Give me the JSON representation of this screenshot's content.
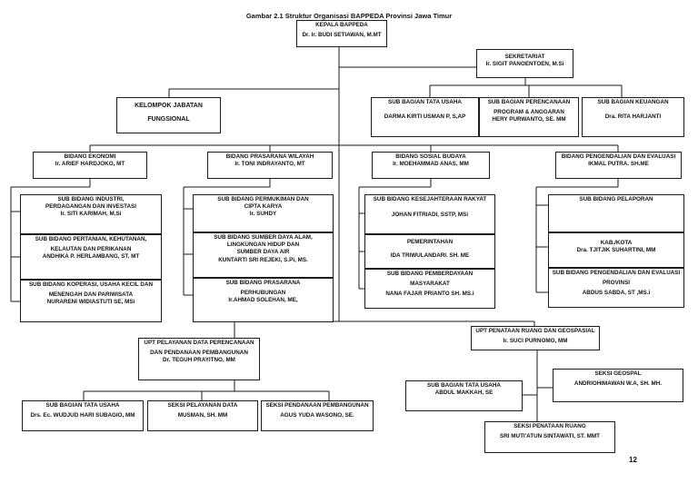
{
  "title": "Gambar 2.1 Struktur Organisasi BAPPEDA Provinsi Jawa Timur",
  "page_number": "12",
  "kepala": {
    "title": "KEPALA BAPPEDA",
    "name": "Dr. Ir. BUDI SETIAWAN, M.MT"
  },
  "sekretariat": {
    "title": "SEKRETARIAT",
    "name": "Ir. SIGIT PANOENTOEN, M.Si"
  },
  "kelompok": {
    "line1": "KELOMPOK JABATAN",
    "line2": "FUNGSIONAL"
  },
  "sub_bagian": [
    {
      "title": "SUB BAGIAN TATA USAHA",
      "name": "DARMA KIRTI USMAN P, S,AP"
    },
    {
      "title": "SUB BAGIAN PERENCANAAN",
      "line2": "PROGRAM & ANGGARAN",
      "name": "HERY PURWANTO, SE. MM"
    },
    {
      "title": "SUB BAGIAN KEUANGAN",
      "name": "Dra. RITA HARJANTI"
    }
  ],
  "bidang": [
    {
      "title": "BIDANG EKONOMI",
      "name": "Ir. ARIEF HARDJOKO, MT"
    },
    {
      "title": "BIDANG PRASARANA WILAYAH",
      "name": "Ir. TONI INDRAYANTO, MT"
    },
    {
      "title": "BIDANG SOSIAL BUDAYA",
      "name": "Ir. MOEHAMMAD ANAS, MM"
    },
    {
      "title": "BIDANG PENGENDALIAN DAN EVALUASI",
      "name": "IKMAL PUTRA. SH.ME"
    }
  ],
  "ekonomi_subs": [
    {
      "l1": "SUB BIDANG INDUSTRI,",
      "l2": "PERDAGANGAN DAN INVESTASI",
      "name": "Ir. SITI KARIMAH, M.Si"
    },
    {
      "l1": "SUB BIDANG PERTANIAN, KEHUTANAN,",
      "l2": "KELAUTAN DAN PERIKANAN",
      "name": "ANDHIKA P. HERLAMBANG, ST. MT"
    },
    {
      "l1": "SUB BIDANG KOPERASI, USAHA KECIL DAN",
      "l2": "MENENGAH DAN PARIWISATA",
      "name": "NURARENI WIDIASTUTI SE, MSi"
    }
  ],
  "prasarana_subs": [
    {
      "l1": "SUB BIDANG PERMUKIMAN DAN",
      "l2": "CIPTA KARYA",
      "name": "Ir. SUHDY"
    },
    {
      "l1": "SUB BIDANG SUMBER DAYA ALAM,",
      "l2": "LINGKUNGAN HIDUP DAN",
      "l3": "SUMBER DAYA AIR",
      "name": "KUNTARTI SRI REJEKI, S.Pi, MS."
    },
    {
      "l1": "SUB BIDANG PRASARANA",
      "l2": "PERHUBUNGAN",
      "name": "Ir.AHMAD SOLEHAN, ME,"
    }
  ],
  "sosial_subs": [
    {
      "l1": "SUB BIDANG KESEJAHTERAAN RAKYAT",
      "name": "JOHAN FITRIADI, SSTP, MSi"
    },
    {
      "l1": "PEMERINTAHAN",
      "name": "IDA TRIWULANDARI. SH. ME"
    },
    {
      "l1": "SUB BIDANG PEMBERDAYAAN",
      "l2": "MASYARAKAT",
      "name": "NANA FAJAR PRIANTO SH. MS.i"
    }
  ],
  "pengendalian_subs": [
    {
      "l1": "SUB BIDANG PELAPORAN"
    },
    {
      "l1": "KAB./KOTA",
      "name": "Dra. TJITJIK SUHARTINI, MM"
    },
    {
      "l1": "SUB BIDANG PENGENDALIAN DAN EVALUASI",
      "l2": "PROVINSI",
      "name": "ABDUS SABDA, ST ,MS.i"
    }
  ],
  "upt_data": {
    "l1": "UPT PELAYANAN DATA PERENCANAAN",
    "l2": "DAN PENDANAAN PEMBANGUNAN",
    "name": "Dr. TEGUH PRAYITNO, MM"
  },
  "upt_data_subs": [
    {
      "title": "SUB BAGIAN TATA USAHA",
      "name": "Drs. Ec. WUDJUD HARI SUBAGIO, MM"
    },
    {
      "title": "SEKSI PELAYANAN DATA",
      "name": "MUSMAN, SH. MM"
    },
    {
      "title": "SEKSI PENDANAAN PEMBANGUNAN",
      "name": "AGUS YUDA WASONO, SE."
    }
  ],
  "upt_ruang": {
    "title": "UPT PENATAAN RUANG DAN GEOSPASIAL",
    "name": "Ir. SUCI PURNOMO, MM"
  },
  "upt_ruang_subs": [
    {
      "title": "SUB BAGIAN TATA USAHA",
      "name": "ABDUL MAKKAH, SE"
    },
    {
      "title": "SEKSI GEOSPAL",
      "name": "ANDRIOHIMAWAN W.A, SH. MH."
    },
    {
      "title": "SEKSI PENATAAN RUANG",
      "name": "SRI MUTI'ATUN SINTAWATI, ST. MMT"
    }
  ]
}
